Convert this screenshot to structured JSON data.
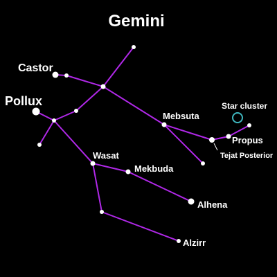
{
  "title": "Gemini",
  "labels": {
    "castor": "Castor",
    "pollux": "Pollux",
    "mebsuta": "Mebsuta",
    "star_cluster": "Star cluster",
    "propus": "Propus",
    "tejat_posterior": "Tejat Posterior",
    "wasat": "Wasat",
    "mekbuda": "Mekbuda",
    "alhena": "Alhena",
    "alzirr": "Alzirr"
  },
  "colors": {
    "background": "#000000",
    "constellation_line": "#b028e8",
    "star": "#ffffff",
    "star_cluster": "#3fb8c0",
    "text": "#ffffff"
  }
}
